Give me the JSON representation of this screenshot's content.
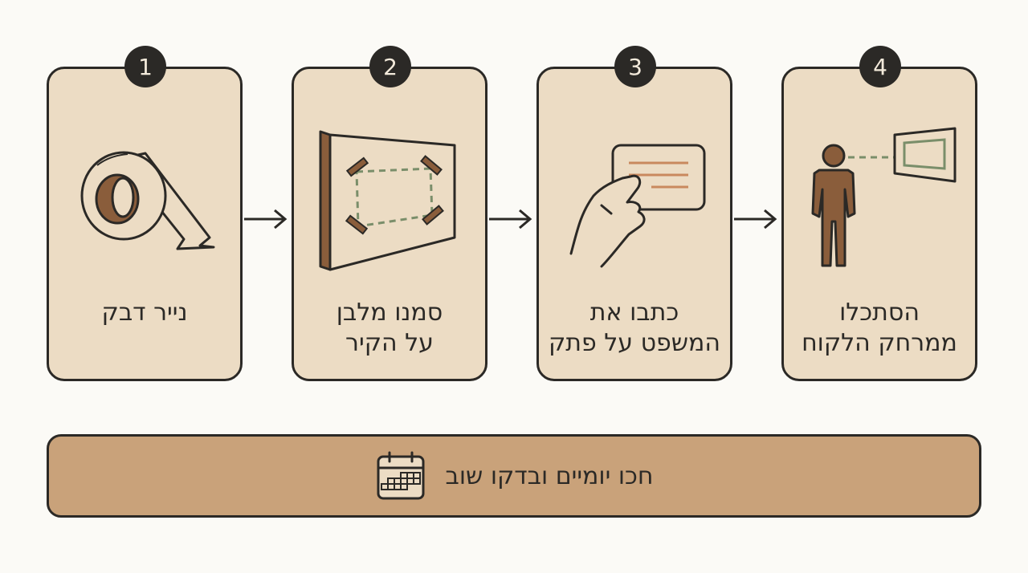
{
  "steps": [
    {
      "number": "1",
      "line1": "נייר דבק",
      "line2": "",
      "icon": "tape-roll-icon"
    },
    {
      "number": "2",
      "line1": "סמנו מלבן",
      "line2": "על הקיר",
      "icon": "wall-rectangle-icon"
    },
    {
      "number": "3",
      "line1": "כתבו את",
      "line2": "המשפט על פתק",
      "icon": "hand-note-icon"
    },
    {
      "number": "4",
      "line1": "הסתכלו",
      "line2": "ממרחק הלקוח",
      "icon": "person-viewing-icon"
    }
  ],
  "footer": {
    "text": "חכו יומיים ובדקו שוב",
    "icon": "calendar-icon"
  },
  "colors": {
    "card": "#ecdcc4",
    "banner": "#c9a27a",
    "ink": "#2b2926",
    "accent_brown": "#8a5d3b",
    "accent_green": "#7a8e6a"
  }
}
